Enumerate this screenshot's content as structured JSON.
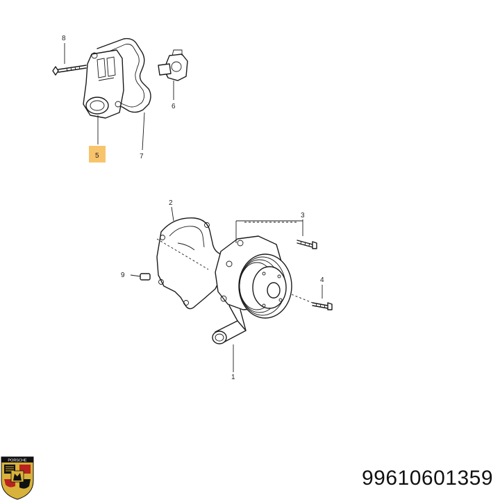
{
  "part_number": "99610601359",
  "logo": {
    "text": "PORSCHE",
    "crest_colors": {
      "gold": "#d8b23a",
      "red": "#b8231f",
      "black": "#111111"
    }
  },
  "callouts": [
    {
      "id": "c1",
      "text": "1",
      "highlighted": false
    },
    {
      "id": "c2",
      "text": "2",
      "highlighted": false
    },
    {
      "id": "c3",
      "text": "3",
      "highlighted": false
    },
    {
      "id": "c4",
      "text": "4",
      "highlighted": false
    },
    {
      "id": "c5",
      "text": "5",
      "highlighted": true
    },
    {
      "id": "c6",
      "text": "6",
      "highlighted": false
    },
    {
      "id": "c7",
      "text": "7",
      "highlighted": false
    },
    {
      "id": "c8",
      "text": "8",
      "highlighted": false
    },
    {
      "id": "c9",
      "text": "9",
      "highlighted": false
    }
  ],
  "highlight_color": "#f7c46c"
}
